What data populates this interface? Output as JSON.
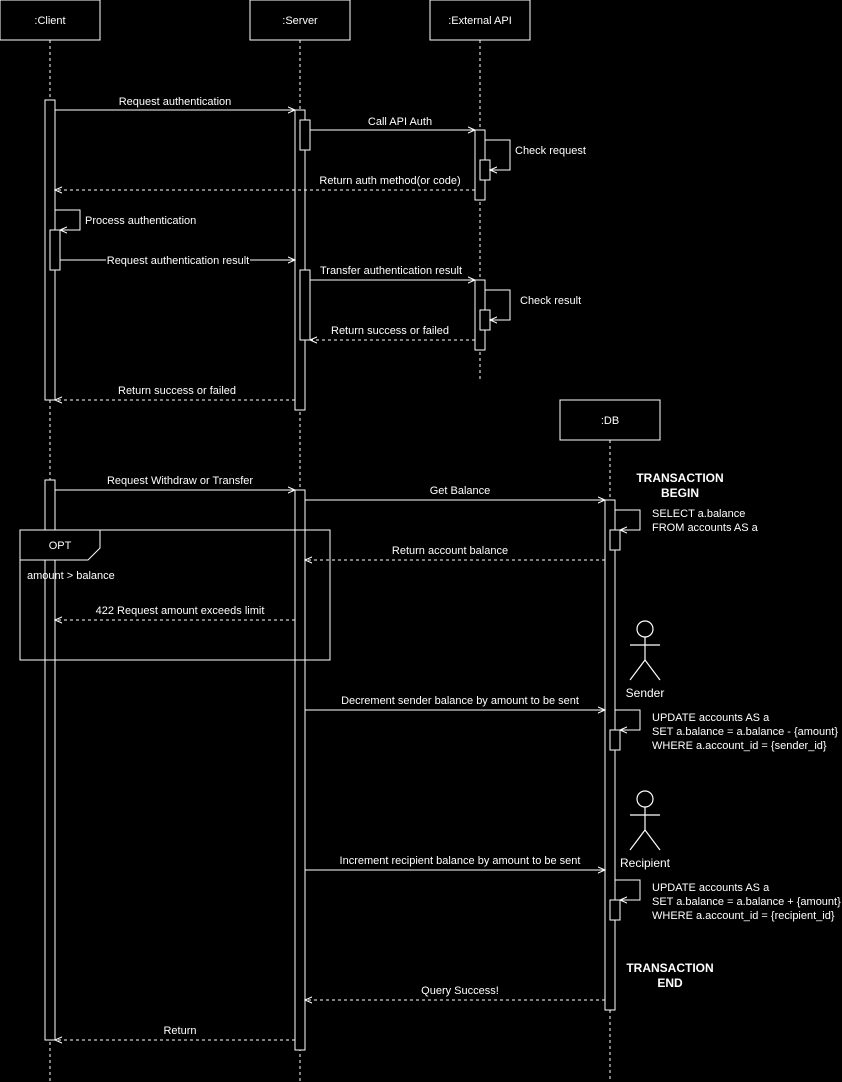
{
  "participants": {
    "client": ":Client",
    "server": ":Server",
    "external_api": ":External API",
    "db": ":DB"
  },
  "actors": {
    "sender": "Sender",
    "recipient": "Recipient"
  },
  "messages": {
    "m1": "Request authentication",
    "m2": "Call API Auth",
    "m3": "Check request",
    "m4": "Return auth method(or code)",
    "m5": "Process authentication",
    "m6": "Request authentication result",
    "m7": "Transfer authentication result",
    "m8": "Check result",
    "m9": "Return success or failed",
    "m10": "Return success or failed",
    "m11": "Request Withdraw or Transfer",
    "m12": "Get Balance",
    "m13": "Return account balance",
    "m14": "422 Request amount exceeds limit",
    "m15": "Decrement sender balance by amount to be sent",
    "m16": "Increment recipient balance by amount to be sent",
    "m17": "Query Success!",
    "m18": "Return"
  },
  "opt": {
    "label": "OPT",
    "condition": "amount > balance"
  },
  "transaction": {
    "begin_1": "TRANSACTION",
    "begin_2": "BEGIN",
    "end_1": "TRANSACTION",
    "end_2": "END"
  },
  "sql": {
    "select_1": "SELECT a.balance",
    "select_2": "FROM accounts AS a",
    "upd_sender_1": "UPDATE accounts AS a",
    "upd_sender_2": "SET a.balance = a.balance - {amount}",
    "upd_sender_3": "WHERE a.account_id = {sender_id}",
    "upd_recipient_1": "UPDATE accounts AS a",
    "upd_recipient_2": "SET a.balance = a.balance + {amount}",
    "upd_recipient_3": "WHERE a.account_id = {recipient_id}"
  }
}
